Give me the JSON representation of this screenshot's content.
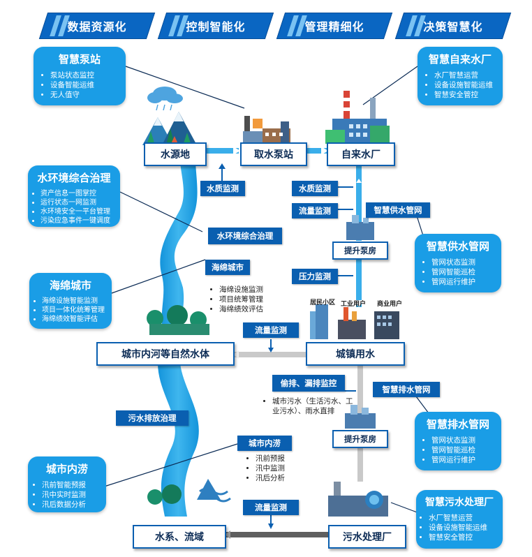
{
  "banners": [
    "数据资源化",
    "控制智能化",
    "管理精细化",
    "决策智慧化"
  ],
  "info_boxes": {
    "smart_pump": {
      "title": "智慧泵站",
      "items": [
        "泵站状态监控",
        "设备智能运维",
        "无人值守"
      ]
    },
    "smart_waterworks": {
      "title": "智慧自来水厂",
      "items": [
        "水厂智慧运营",
        "设备设施智能运维",
        "智慧安全管控"
      ]
    },
    "water_env": {
      "title": "水环境综合治理",
      "items": [
        "资产信息一图掌控",
        "运行状态一网监测",
        "水环境安全一平台管理",
        "污染应急事件一键调度"
      ]
    },
    "smart_supply": {
      "title": "智慧供水管网",
      "items": [
        "管网状态监测",
        "管网智能巡检",
        "管网运行维护"
      ]
    },
    "sponge_city": {
      "title": "海绵城市",
      "items": [
        "海绵设施智能监测",
        "项目一体化统筹管理",
        "海绵绩效智能评估"
      ]
    },
    "smart_drain": {
      "title": "智慧排水管网",
      "items": [
        "管网状态监测",
        "管网智能巡检",
        "管网运行维护"
      ]
    },
    "urban_flood": {
      "title": "城市内涝",
      "items": [
        "汛前智能预报",
        "汛中实时监测",
        "汛后数据分析"
      ]
    },
    "smart_sewage": {
      "title": "智慧污水处理厂",
      "items": [
        "水厂智慧运营",
        "设备设施智能运维",
        "智慧安全管控"
      ]
    }
  },
  "nodes": {
    "water_source": "水源地",
    "intake_pump": "取水泵站",
    "waterworks": "自来水厂",
    "booster_1": "提升泵房",
    "river": "城市内河等自然水体",
    "urban_use": "城镇用水",
    "booster_2": "提升泵房",
    "basin": "水系、流域",
    "sewage_plant": "污水处理厂"
  },
  "tags": {
    "quality_1": "水质监测",
    "quality_2": "水质监测",
    "flow_1": "流量监测",
    "supply_net": "智慧供水管网",
    "water_env": "水环境综合治理",
    "sponge": "海绵城市",
    "pressure": "压力监测",
    "flow_2": "流量监测",
    "illegal": "偷排、漏排监控",
    "drain_net": "智慧排水管网",
    "sewage_discharge": "污水排放治理",
    "flood": "城市内涝",
    "flow_3": "流量监测"
  },
  "sponge_list": [
    "海绵设施监测",
    "项目统筹管理",
    "海绵绩效评估"
  ],
  "flood_list": [
    "汛前预报",
    "汛中监测",
    "汛后分析"
  ],
  "sewage_note": "城市污水（生活污水、工业污水）、雨水直排",
  "building_captions": [
    "居民小区",
    "工业用户",
    "商业用户"
  ],
  "colors": {
    "primary": "#0a66c2",
    "info": "#1a9de6",
    "river": "#1ca3e6",
    "dark_pipe": "#5f5f5f",
    "light_pipe": "#c9c9c9"
  }
}
